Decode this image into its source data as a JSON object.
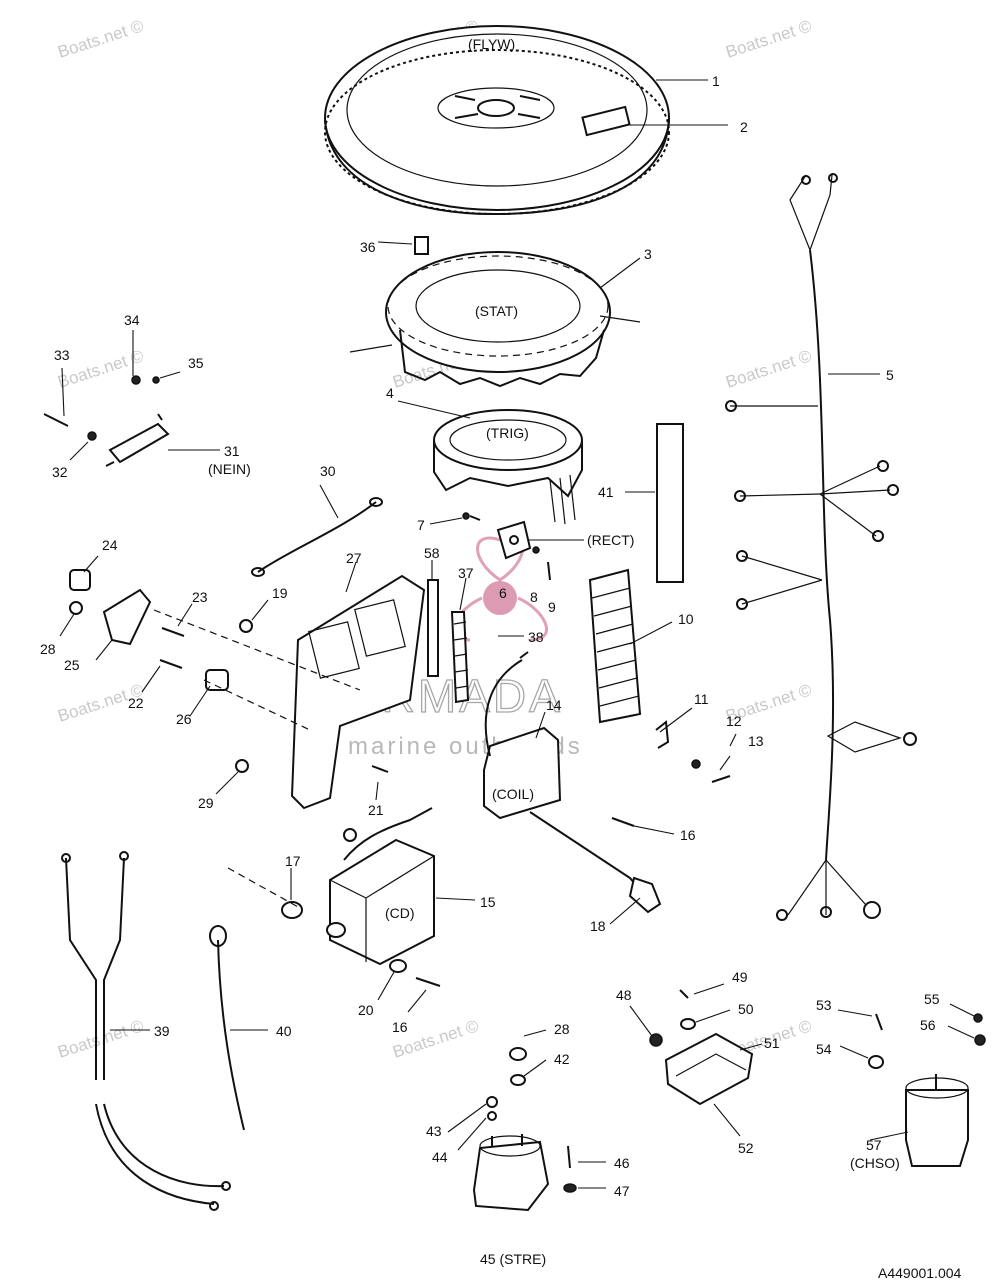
{
  "diagram": {
    "figure_code": "A449001.004",
    "callouts": [
      {
        "id": "c1",
        "text": "1"
      },
      {
        "id": "c2",
        "text": "2"
      },
      {
        "id": "c3",
        "text": "3"
      },
      {
        "id": "c4",
        "text": "4"
      },
      {
        "id": "c5",
        "text": "5"
      },
      {
        "id": "c6",
        "text": "6"
      },
      {
        "id": "c7",
        "text": "7"
      },
      {
        "id": "c8",
        "text": "8"
      },
      {
        "id": "c9",
        "text": "9"
      },
      {
        "id": "c10",
        "text": "10"
      },
      {
        "id": "c11",
        "text": "11"
      },
      {
        "id": "c12",
        "text": "12"
      },
      {
        "id": "c13",
        "text": "13"
      },
      {
        "id": "c14",
        "text": "14"
      },
      {
        "id": "c15",
        "text": "15"
      },
      {
        "id": "c16a",
        "text": "16"
      },
      {
        "id": "c16b",
        "text": "16"
      },
      {
        "id": "c17",
        "text": "17"
      },
      {
        "id": "c18",
        "text": "18"
      },
      {
        "id": "c19",
        "text": "19"
      },
      {
        "id": "c20",
        "text": "20"
      },
      {
        "id": "c21",
        "text": "21"
      },
      {
        "id": "c22",
        "text": "22"
      },
      {
        "id": "c23",
        "text": "23"
      },
      {
        "id": "c24",
        "text": "24"
      },
      {
        "id": "c25",
        "text": "25"
      },
      {
        "id": "c26",
        "text": "26"
      },
      {
        "id": "c27",
        "text": "27"
      },
      {
        "id": "c28a",
        "text": "28"
      },
      {
        "id": "c28b",
        "text": "28"
      },
      {
        "id": "c29",
        "text": "29"
      },
      {
        "id": "c30",
        "text": "30"
      },
      {
        "id": "c31",
        "text": "31"
      },
      {
        "id": "c32",
        "text": "32"
      },
      {
        "id": "c33",
        "text": "33"
      },
      {
        "id": "c34",
        "text": "34"
      },
      {
        "id": "c35",
        "text": "35"
      },
      {
        "id": "c36",
        "text": "36"
      },
      {
        "id": "c37",
        "text": "37"
      },
      {
        "id": "c38",
        "text": "38"
      },
      {
        "id": "c39",
        "text": "39"
      },
      {
        "id": "c40",
        "text": "40"
      },
      {
        "id": "c41",
        "text": "41"
      },
      {
        "id": "c42",
        "text": "42"
      },
      {
        "id": "c43",
        "text": "43"
      },
      {
        "id": "c44",
        "text": "44"
      },
      {
        "id": "c45",
        "text": "45 (STRE)"
      },
      {
        "id": "c46",
        "text": "46"
      },
      {
        "id": "c47",
        "text": "47"
      },
      {
        "id": "c48",
        "text": "48"
      },
      {
        "id": "c49",
        "text": "49"
      },
      {
        "id": "c50",
        "text": "50"
      },
      {
        "id": "c51",
        "text": "51"
      },
      {
        "id": "c52",
        "text": "52"
      },
      {
        "id": "c53",
        "text": "53"
      },
      {
        "id": "c54",
        "text": "54"
      },
      {
        "id": "c55",
        "text": "55"
      },
      {
        "id": "c56",
        "text": "56"
      },
      {
        "id": "c57",
        "text": "57"
      },
      {
        "id": "c58",
        "text": "58"
      }
    ],
    "part_codes": {
      "flyw": "(FLYW)",
      "stat": "(STAT)",
      "trig": "(TRIG)",
      "rect": "(RECT)",
      "coil": "(COIL)",
      "cd": "(CD)",
      "nein": "(NEIN)",
      "chso": "(CHSO)"
    }
  },
  "watermark": {
    "site": "Boats.net ©",
    "brand": "ARMADA",
    "brand_sub": "marine outboards"
  },
  "colors": {
    "line": "#111111",
    "watermark": "#c9c9c9",
    "brand_accent": "#d78aa6"
  }
}
